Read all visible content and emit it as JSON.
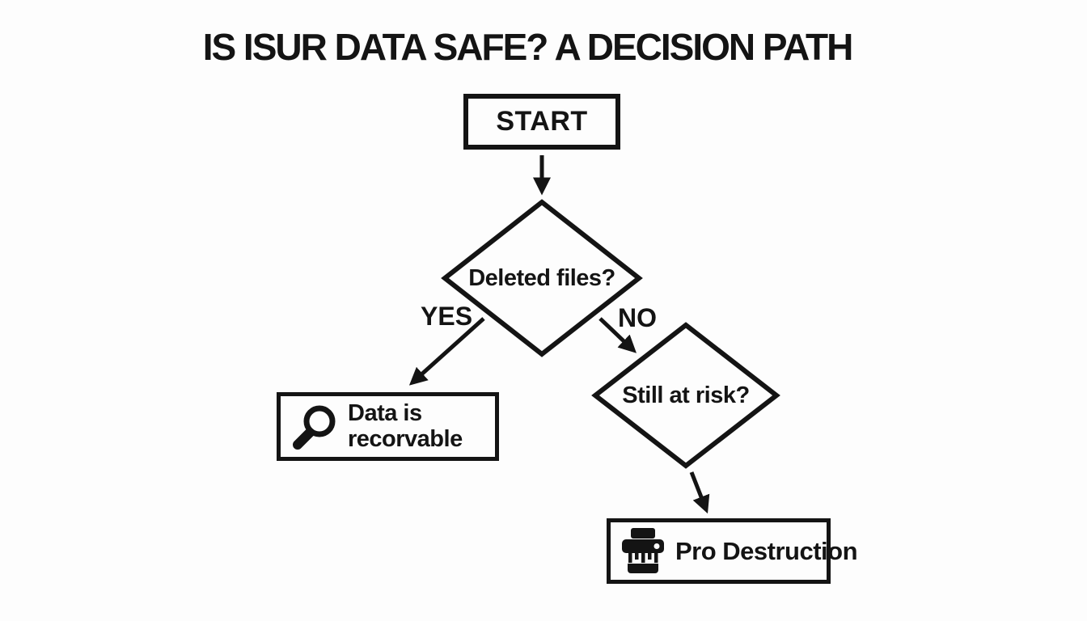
{
  "colors": {
    "background": "#fdfdfd",
    "ink": "#141414"
  },
  "title": "IS ISUR DATA SAFE? A DECISION PATH",
  "flowchart": {
    "start": {
      "label": "START"
    },
    "decision_deleted": {
      "label": "Deleted files?"
    },
    "branch_yes": {
      "label": "YES"
    },
    "branch_no": {
      "label": "NO"
    },
    "decision_risk": {
      "label": "Still at risk?"
    },
    "outcome_recoverable": {
      "icon": "magnifier-icon",
      "label_line1": "Data is",
      "label_line2": "recorvable"
    },
    "outcome_destruction": {
      "icon": "shredder-icon",
      "label": "Pro Destruction"
    }
  }
}
